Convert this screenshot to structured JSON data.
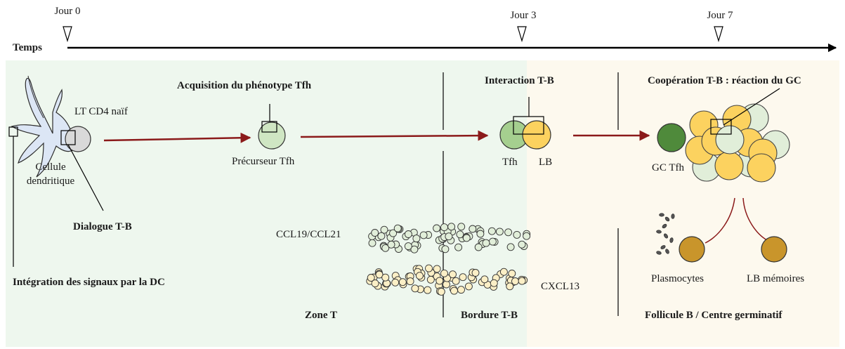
{
  "timeline": {
    "day0": "Jour 0",
    "day3": "Jour 3",
    "day7": "Jour 7",
    "axis_label": "Temps"
  },
  "labels": {
    "naive_t": "LT CD4 naïf",
    "dc_line1": "Cellule",
    "dc_line2": "dendritique",
    "dialogue": "Dialogue T-B",
    "dc_integration": "Intégration des signaux par la DC",
    "acquisition": "Acquisition du phénotype Tfh",
    "precursor": "Précurseur Tfh",
    "interaction": "Interaction T-B",
    "tfh": "Tfh",
    "lb": "LB",
    "cooperation": "Coopération  T-B : réaction du GC",
    "gc_tfh": "GC Tfh",
    "plasma": "Plasmocytes",
    "memory_b": "LB mémoires",
    "ccl19": "CCL19/CCL21",
    "cxcl13": "CXCL13"
  },
  "zones": {
    "zone_t": "Zone T",
    "border": "Bordure T-B",
    "follicle": "Follicule B / Centre germinatif"
  },
  "colors": {
    "zone_t_bg": "#eef7ee",
    "follicle_bg": "#fdf9ee",
    "arrow": "#8b1a1a",
    "tfh_precursor": "#cfe6c3",
    "tfh": "#a5cf8f",
    "b_cell": "#fcd25f",
    "gc_tfh": "#4f8a3b",
    "plasma_memory": "#c9952b",
    "ccl_dots": "#e1eed9",
    "cxcl_dots": "#fbefc6"
  }
}
